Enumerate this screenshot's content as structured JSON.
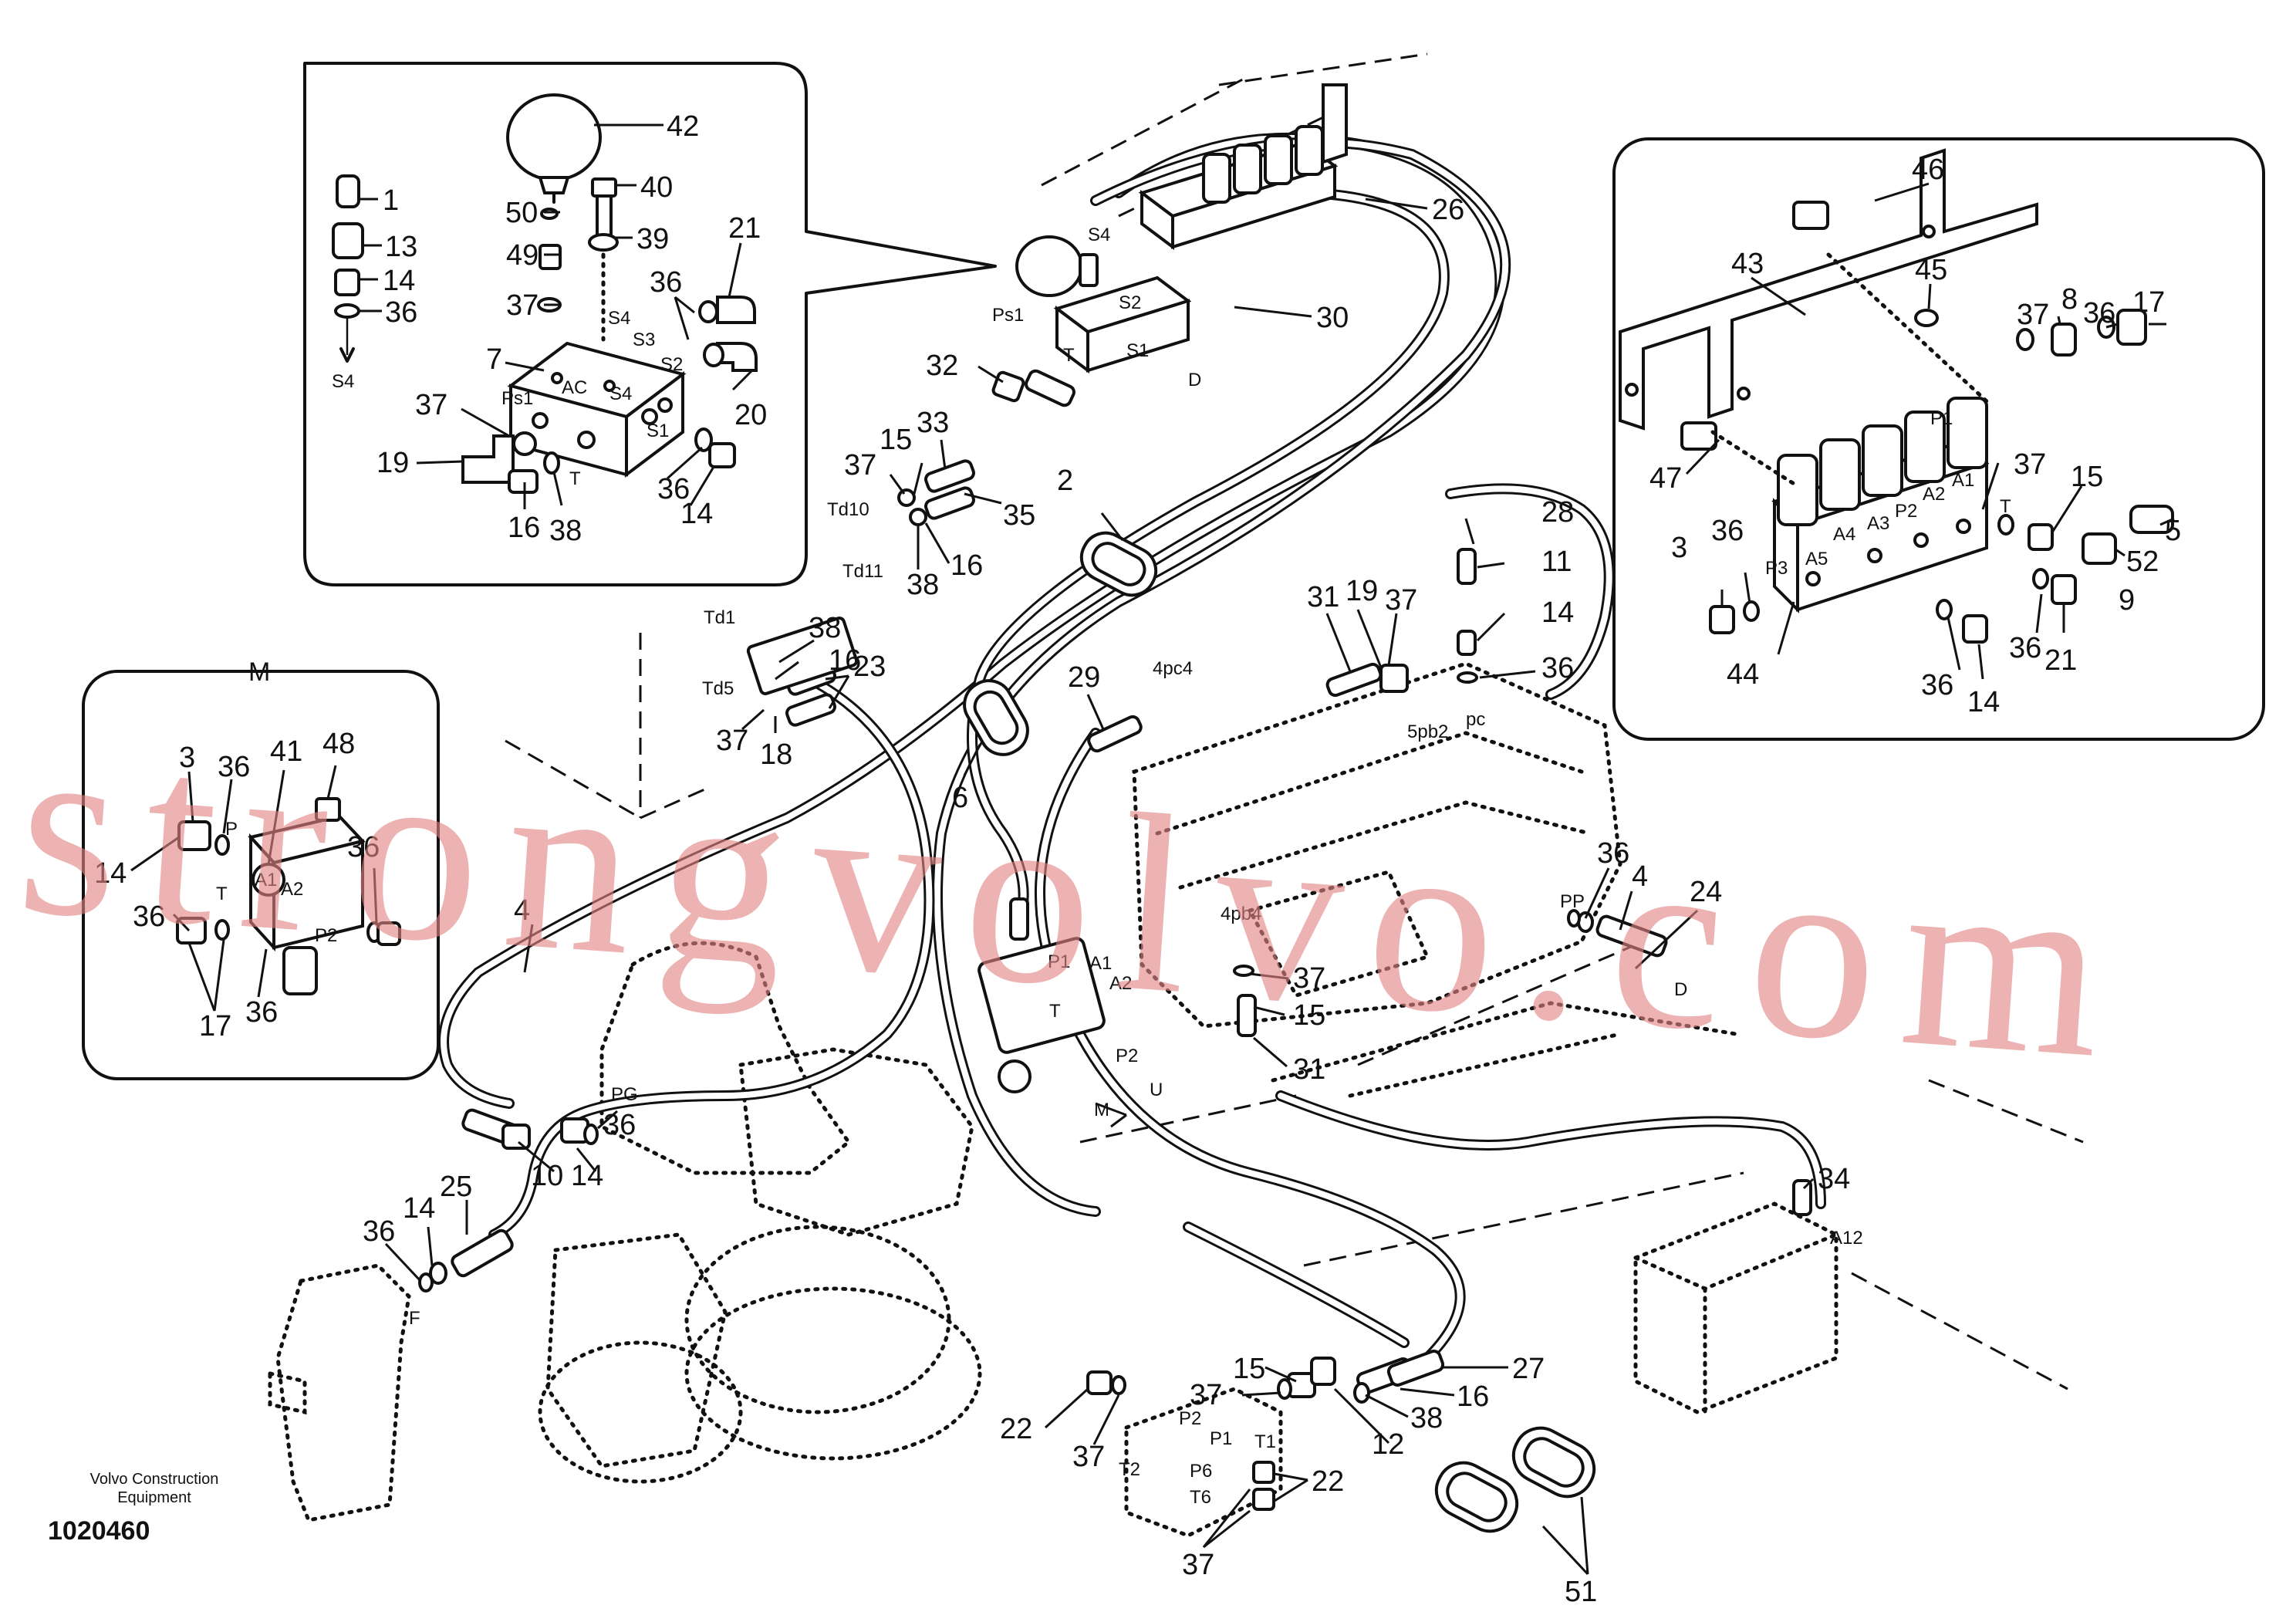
{
  "watermark": "strongvolvo.com",
  "footer": {
    "company_line1": "Volvo Construction",
    "company_line2": "Equipment",
    "drawing_number": "1020460"
  },
  "insets": {
    "m_title": "M"
  },
  "part_numbers": {
    "n1": "1",
    "n2": "2",
    "n3": "3",
    "n4": "4",
    "n5": "5",
    "n6": "6",
    "n7": "7",
    "n8": "8",
    "n9": "9",
    "n10": "10",
    "n11": "11",
    "n12": "12",
    "n13": "13",
    "n14": "14",
    "n15": "15",
    "n16": "16",
    "n17": "17",
    "n18": "18",
    "n19": "19",
    "n20": "20",
    "n21": "21",
    "n22": "22",
    "n23": "23",
    "n24": "24",
    "n25": "25",
    "n26": "26",
    "n27": "27",
    "n28": "28",
    "n29": "29",
    "n30": "30",
    "n31": "31",
    "n32": "32",
    "n33": "33",
    "n34": "34",
    "n35": "35",
    "n36": "36",
    "n37": "37",
    "n38": "38",
    "n39": "39",
    "n40": "40",
    "n41": "41",
    "n42": "42",
    "n43": "43",
    "n44": "44",
    "n45": "45",
    "n46": "46",
    "n47": "47",
    "n48": "48",
    "n49": "49",
    "n50": "50",
    "n51": "51",
    "n52": "52"
  },
  "ports": {
    "s4": "S4",
    "s3": "S3",
    "s2": "S2",
    "s1": "S1",
    "ac": "AC",
    "ps1": "Ps1",
    "t": "T",
    "p": "P",
    "p1": "P1",
    "p2": "P2",
    "p3": "P3",
    "a1": "A1",
    "a2": "A2",
    "a3": "A3",
    "a4": "A4",
    "a5": "A5",
    "a12": "A12",
    "td1": "Td1",
    "td5": "Td5",
    "td10": "Td10",
    "td11": "Td11",
    "pc": "pc",
    "pp": "PP",
    "pg": "PG",
    "f": "F",
    "d": "D",
    "u": "U",
    "spb2": "5pb2",
    "pc4": "4pc4",
    "pb4": "4pb4",
    "t1": "T1",
    "t2": "T2",
    "p6": "P6",
    "t6": "T6"
  }
}
